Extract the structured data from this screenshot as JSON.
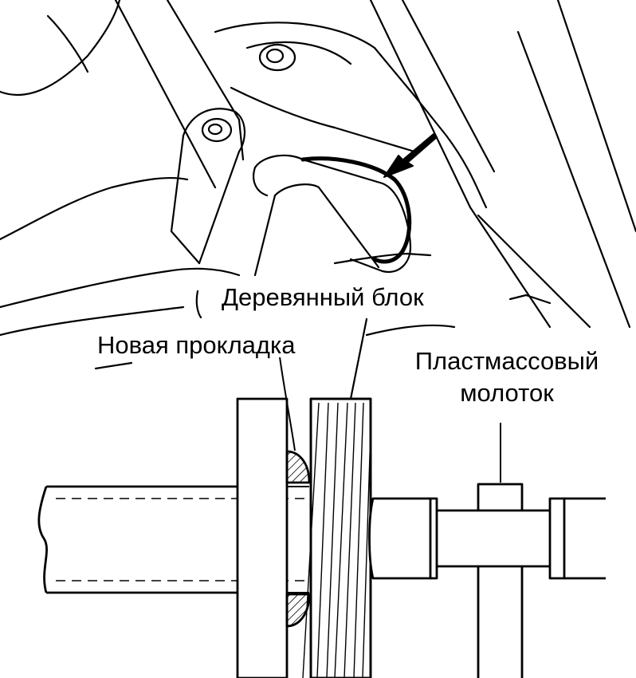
{
  "labels": {
    "wooden_block": "Деревянный блок",
    "new_gasket": "Новая прокладка",
    "plastic_hammer_line1": "Пластмассовый",
    "plastic_hammer_line2": "молоток"
  },
  "colors": {
    "line": "#000000",
    "background": "#ffffff"
  }
}
